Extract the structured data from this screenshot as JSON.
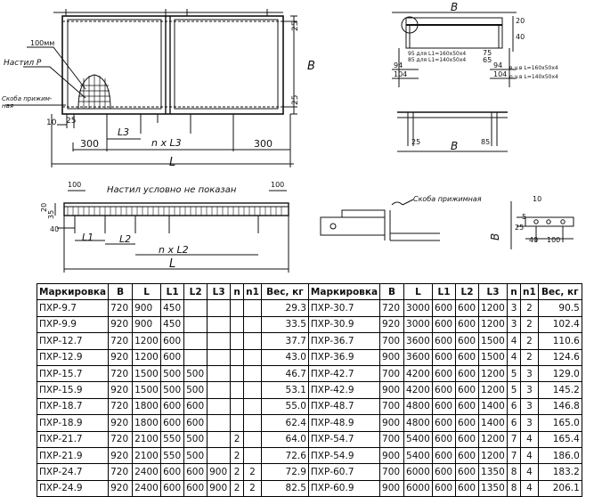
{
  "drawing": {
    "labels": {
      "B": "B",
      "L": "L",
      "L3": "L3",
      "n_L3": "n x L3",
      "L1": "L1",
      "L2": "L2",
      "n_L2": "n x L2",
      "d300": "300",
      "d25": "25",
      "d10": "10",
      "d20": "20",
      "d40": "40",
      "d100": "100",
      "d75": "75",
      "d65": "65",
      "d94": "94",
      "d104": "104",
      "d85": "85",
      "d35": "35",
      "d5": "5",
      "d100mm": "100мм",
      "nastil_r": "Настил Р",
      "skoba_prizhim": "Скоба прижим-\nная",
      "skoba_prizhimnaya": "Скоба прижимная",
      "nastil_uslovno": "Настил условно не показан",
      "angle_l1": "95 для L1=160х50х4",
      "angle_l2": "85 для L1=140х50х4",
      "angle_r1": "в.ч.в L=160х50х4",
      "angle_r2": "о.ч.в L=140х50х4"
    }
  },
  "table": {
    "headers": [
      "Маркировка",
      "B",
      "L",
      "L1",
      "L2",
      "L3",
      "n",
      "n1",
      "Вес, кг",
      "Маркировка",
      "B",
      "L",
      "L1",
      "L2",
      "L3",
      "n",
      "n1",
      "Вес, кг"
    ],
    "rows": [
      [
        "ПХР-9.7",
        "720",
        "900",
        "450",
        "",
        "",
        "",
        "",
        "29.3",
        "ПХР-30.7",
        "720",
        "3000",
        "600",
        "600",
        "1200",
        "3",
        "2",
        "90.5"
      ],
      [
        "ПХР-9.9",
        "920",
        "900",
        "450",
        "",
        "",
        "",
        "",
        "33.5",
        "ПХР-30.9",
        "920",
        "3000",
        "600",
        "600",
        "1200",
        "3",
        "2",
        "102.4"
      ],
      [
        "ПХР-12.7",
        "720",
        "1200",
        "600",
        "",
        "",
        "",
        "",
        "37.7",
        "ПХР-36.7",
        "700",
        "3600",
        "600",
        "600",
        "1500",
        "4",
        "2",
        "110.6"
      ],
      [
        "ПХР-12.9",
        "920",
        "1200",
        "600",
        "",
        "",
        "",
        "",
        "43.0",
        "ПХР-36.9",
        "900",
        "3600",
        "600",
        "600",
        "1500",
        "4",
        "2",
        "124.6"
      ],
      [
        "ПХР-15.7",
        "720",
        "1500",
        "500",
        "500",
        "",
        "",
        "",
        "46.7",
        "ПХР-42.7",
        "700",
        "4200",
        "600",
        "600",
        "1200",
        "5",
        "3",
        "129.0"
      ],
      [
        "ПХР-15.9",
        "920",
        "1500",
        "500",
        "500",
        "",
        "",
        "",
        "53.1",
        "ПХР-42.9",
        "900",
        "4200",
        "600",
        "600",
        "1200",
        "5",
        "3",
        "145.2"
      ],
      [
        "ПХР-18.7",
        "720",
        "1800",
        "600",
        "600",
        "",
        "",
        "",
        "55.0",
        "ПХР-48.7",
        "700",
        "4800",
        "600",
        "600",
        "1400",
        "6",
        "3",
        "146.8"
      ],
      [
        "ПХР-18.9",
        "920",
        "1800",
        "600",
        "600",
        "",
        "",
        "",
        "62.4",
        "ПХР-48.9",
        "900",
        "4800",
        "600",
        "600",
        "1400",
        "6",
        "3",
        "165.0"
      ],
      [
        "ПХР-21.7",
        "720",
        "2100",
        "550",
        "500",
        "",
        "2",
        "",
        "64.0",
        "ПХР-54.7",
        "700",
        "5400",
        "600",
        "600",
        "1200",
        "7",
        "4",
        "165.4"
      ],
      [
        "ПХР-21.9",
        "920",
        "2100",
        "550",
        "500",
        "",
        "2",
        "",
        "72.6",
        "ПХР-54.9",
        "900",
        "5400",
        "600",
        "600",
        "1200",
        "7",
        "4",
        "186.0"
      ],
      [
        "ПХР-24.7",
        "720",
        "2400",
        "600",
        "600",
        "900",
        "2",
        "2",
        "72.9",
        "ПХР-60.7",
        "700",
        "6000",
        "600",
        "600",
        "1350",
        "8",
        "4",
        "183.2"
      ],
      [
        "ПХР-24.9",
        "920",
        "2400",
        "600",
        "600",
        "900",
        "2",
        "2",
        "82.5",
        "ПХР-60.9",
        "900",
        "6000",
        "600",
        "600",
        "1350",
        "8",
        "4",
        "206.1"
      ]
    ]
  }
}
